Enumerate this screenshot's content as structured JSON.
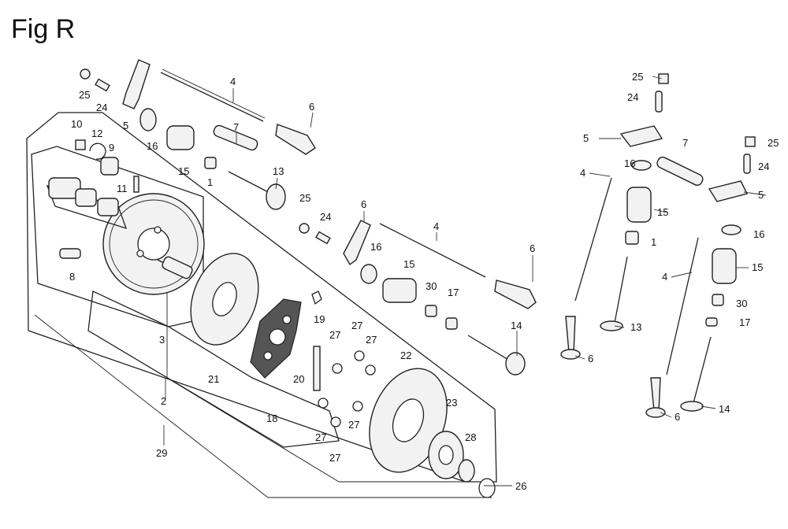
{
  "figure": {
    "title": "Fig R",
    "callouts": [
      "1",
      "2",
      "3",
      "4",
      "5",
      "6",
      "7",
      "8",
      "9",
      "10",
      "11",
      "12",
      "13",
      "14",
      "15",
      "16",
      "17",
      "18",
      "19",
      "20",
      "21",
      "22",
      "23",
      "24",
      "25",
      "26",
      "27",
      "28",
      "29",
      "30"
    ]
  }
}
